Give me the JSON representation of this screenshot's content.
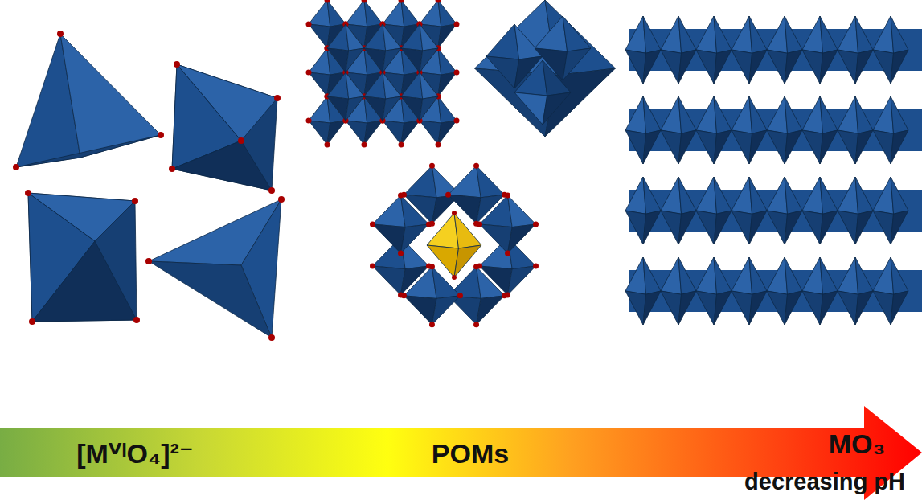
{
  "diagram": {
    "nodes": [
      {
        "text": [
          "[MⱽᴵO₄]²⁻",
          "POMs",
          "MO₃",
          "decreasing pH"
        ]
      }
    ]
  }
}
